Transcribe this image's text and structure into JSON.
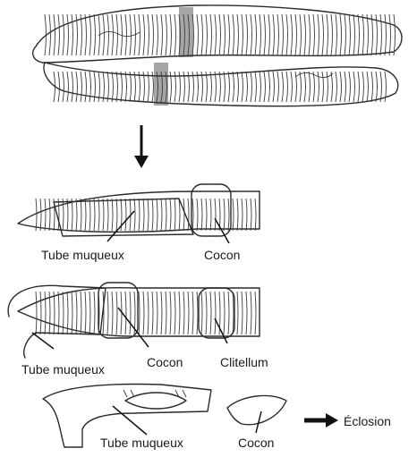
{
  "labels": {
    "panel1": {
      "tube": "Tube  muqueux",
      "cocoon": "Cocon"
    },
    "panel2": {
      "tube": "Tube  muqueux",
      "cocoon": "Cocon",
      "clitellum": "Clitellum"
    },
    "panel3": {
      "tube": "Tube  muqueux",
      "cocoon": "Cocon",
      "hatching": "Éclosion"
    }
  },
  "colors": {
    "ink": "#2a2a2a",
    "background": "#ffffff"
  }
}
